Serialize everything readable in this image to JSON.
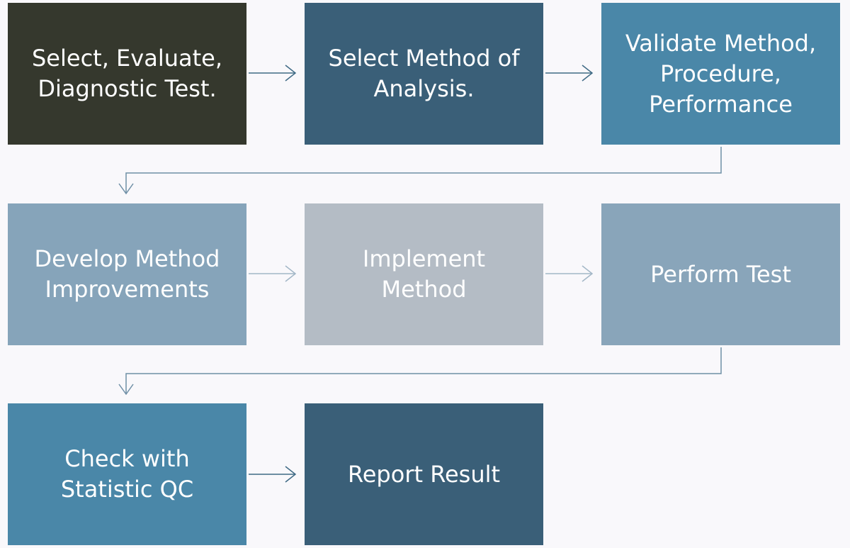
{
  "steps": [
    {
      "label": "Select, Evaluate, Diagnostic Test.",
      "color": "#35382d"
    },
    {
      "label": "Select Method of Analysis.",
      "color": "#3a5f78"
    },
    {
      "label": "Validate Method, Procedure, Performance",
      "color": "#4a87a8"
    },
    {
      "label": "Develop Method Improvements",
      "color": "#86a4ba"
    },
    {
      "label": "Implement Method",
      "color": "#b4bcc5"
    },
    {
      "label": "Perform Test",
      "color": "#89a5ba"
    },
    {
      "label": "Check with Statistic QC",
      "color": "#4a87a8"
    },
    {
      "label": "Report Result",
      "color": "#3a5f78"
    }
  ],
  "connector_colors": {
    "dark": "#3f6a85",
    "light": "#a3b7c7",
    "turn": "#6f8fa6"
  }
}
